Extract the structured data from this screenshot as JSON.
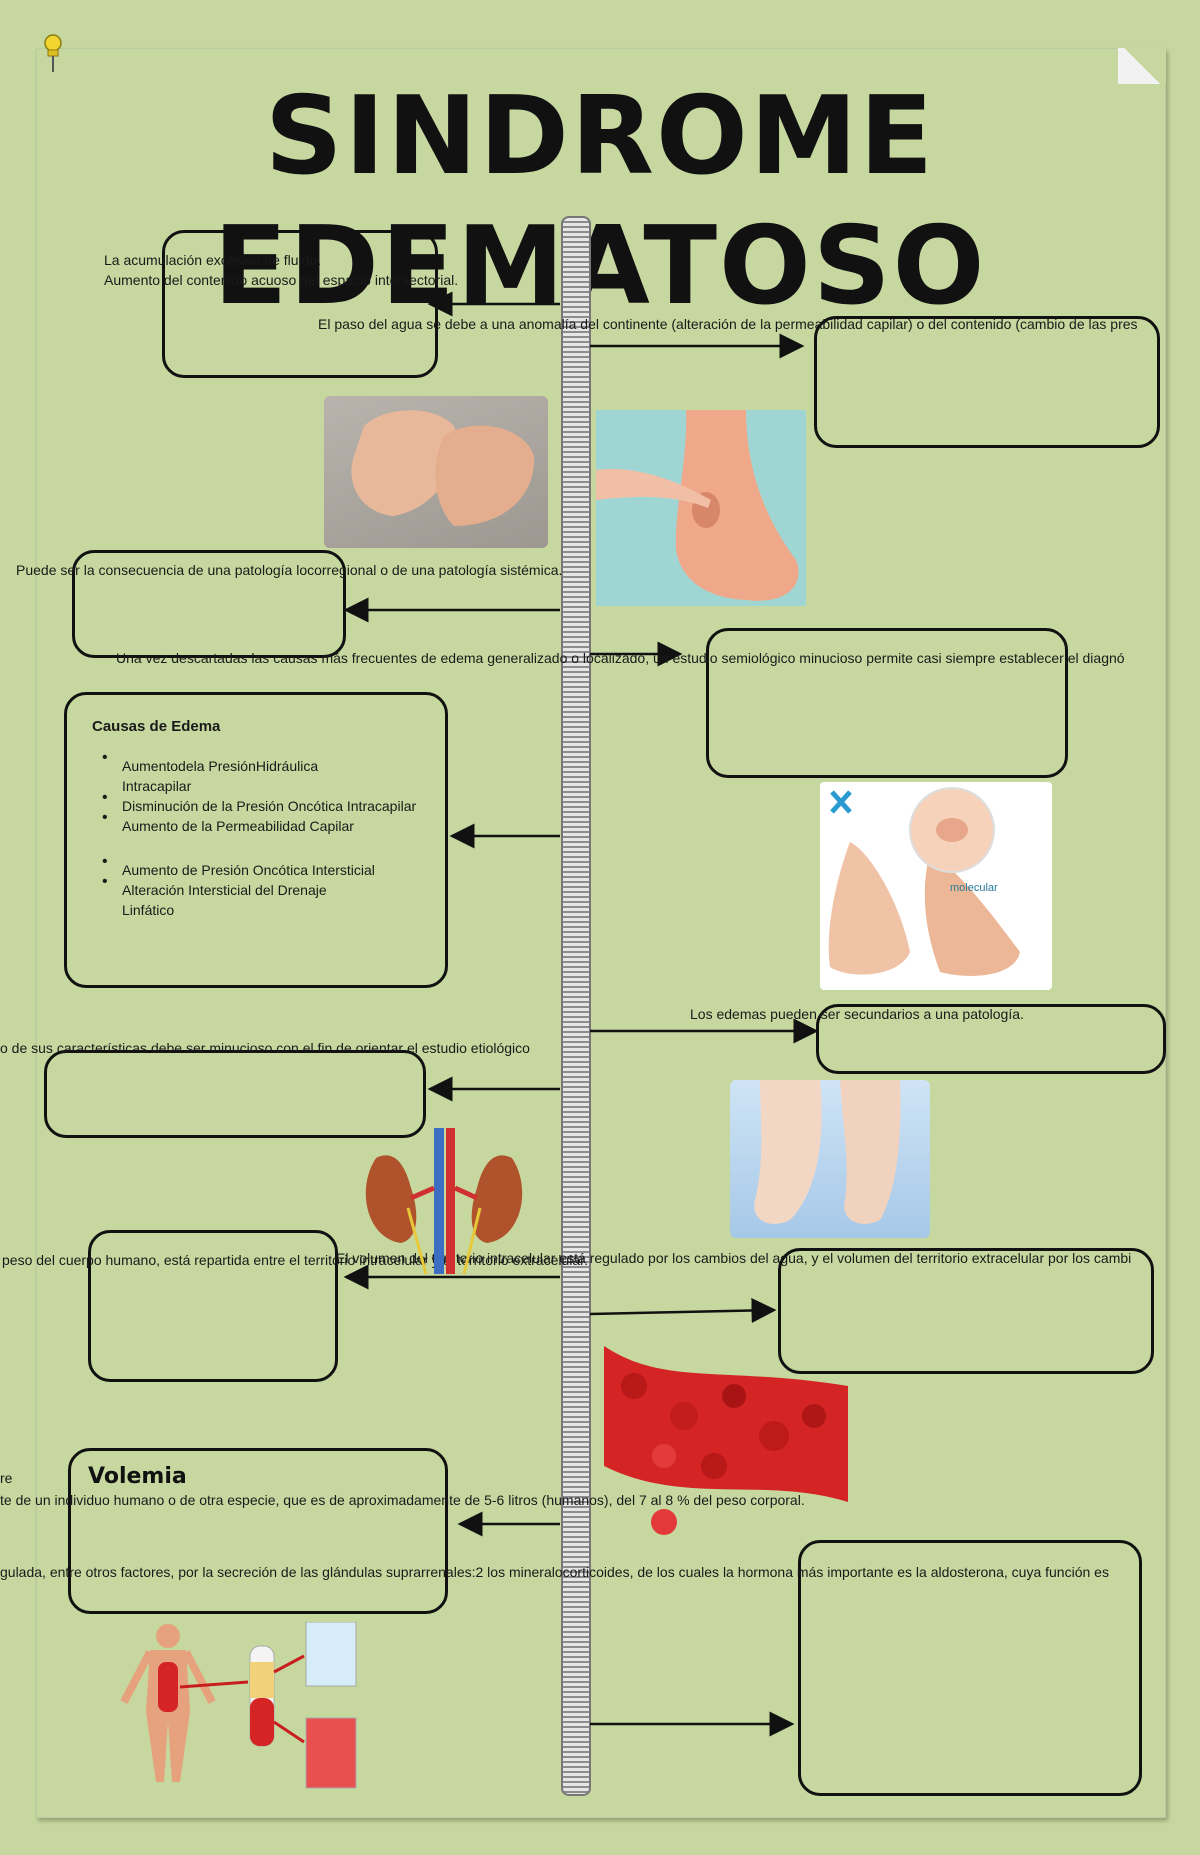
{
  "title": "SINDROME EDEMATOSO",
  "texts": {
    "t1a": "La acumulación excesiva de fluido.",
    "t1b": "Aumento del contenido acuoso del espacio intersectorial.",
    "t2": "El paso del agua se debe a una anomalía del continente (alteración de la permeabilidad capilar) o del contenido (cambio de las pres",
    "t3": "Puede ser la consecuencia de una patología locorregional o de una patología sistémica.",
    "t4": "Una vez descartadas las causas más frecuentes de edema generalizado o localizado, un estudio semiológico minucioso permite casi siempre establecer el diagnó",
    "t5": "Los edemas pueden ser secundarios a una patología.",
    "t6": "o de sus características debe ser minucioso con el fin de orientar el estudio etiológico",
    "t7": "peso del cuerpo humano, está repartida entre el territorio intracelular y el territorio extracelular.",
    "t7b": "El volumen del territorio intracelular está regulado por los cambios del agua, y el volumen del territorio extracelular por los cambi",
    "t8a": "re",
    "t8b": "te de un individuo humano o de otra especie, que es de aproximadamente de 5-6 litros (humanos), del 7 al 8 % del peso corporal.",
    "t9": "gulada, entre otros factores, por la secreción de las glándulas suprarrenales:2 los mineralocorticoides, de los cuales la hormona más importante es la aldosterona, cuya función es"
  },
  "causes": {
    "title": "Causas de Edema",
    "items": [
      "Aumentodela PresiónHidráulica Intracapilar",
      "Disminución de la Presión Oncótica Intracapilar",
      "Aumento de la Permeabilidad Capilar",
      "Aumento de Presión Oncótica Intersticial",
      "Alteración Intersticial del Drenaje Linfático"
    ]
  },
  "volemia": "Volemia",
  "logo_text": "molecular",
  "colors": {
    "background": "#c6d89f",
    "ink": "#111111",
    "blood": "#c81e1e"
  }
}
